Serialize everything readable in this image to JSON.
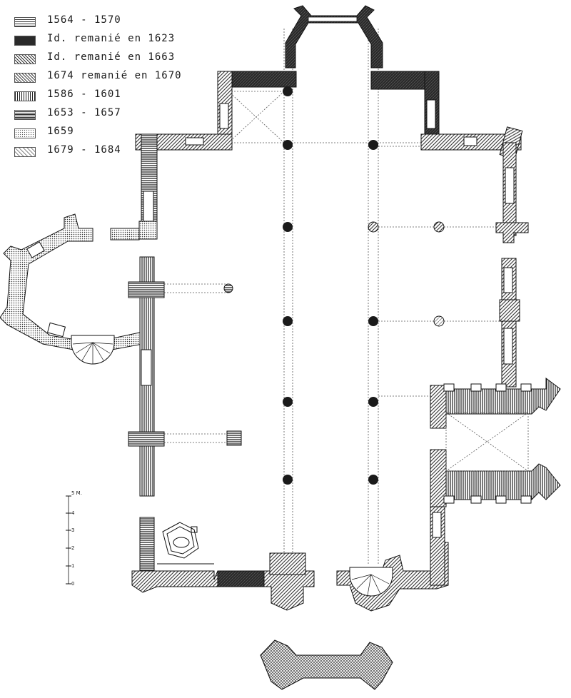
{
  "legend": [
    {
      "label": "1564 - 1570"
    },
    {
      "label": "Id. remanié en 1623"
    },
    {
      "label": "Id. remanié en 1663"
    },
    {
      "label": "1674 remanié en 1670"
    },
    {
      "label": "1586 - 1601"
    },
    {
      "label": "1653 - 1657"
    },
    {
      "label": "1659"
    },
    {
      "label": "1679 - 1684"
    }
  ],
  "scale": {
    "unit": "5 M.",
    "ticks": [
      "4",
      "3",
      "2",
      "1",
      "0"
    ]
  },
  "colors": {
    "ink": "#1a1a1a",
    "dotted": "#555555"
  }
}
